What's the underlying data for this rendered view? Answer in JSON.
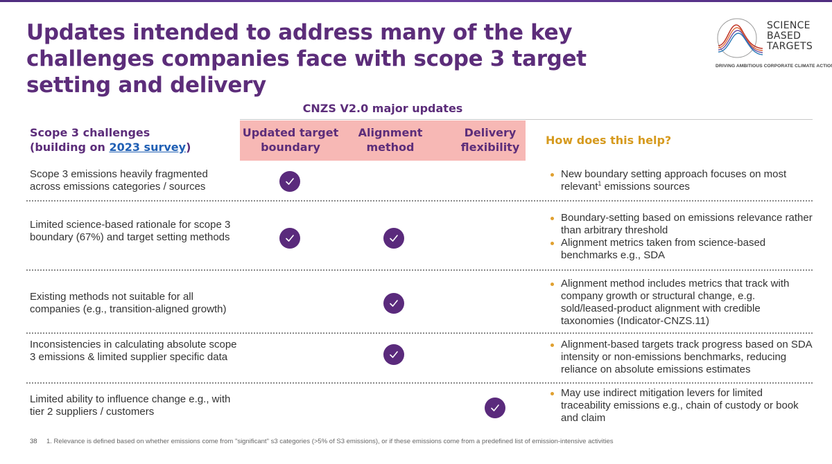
{
  "title": "Updates intended to address many of the key challenges companies face with scope 3 target setting and delivery",
  "logo": {
    "lines": [
      "SCIENCE",
      "BASED",
      "TARGETS"
    ],
    "tagline": "DRIVING AMBITIOUS CORPORATE CLIMATE ACTION"
  },
  "table": {
    "group_title": "CNZS V2.0 major updates",
    "challenges_header": {
      "line1": "Scope 3 challenges",
      "line2_prefix": "(building on ",
      "link": "2023 survey",
      "line2_suffix": ")"
    },
    "update_columns": [
      {
        "line1": "Updated target",
        "line2": "boundary"
      },
      {
        "line1": "Alignment",
        "line2": "method"
      },
      {
        "line1": "Delivery",
        "line2": "flexibility"
      }
    ],
    "help_header": "How does this help?",
    "rows": [
      {
        "challenge": "Scope 3 emissions heavily fragmented across emissions categories / sources",
        "checks": [
          true,
          false,
          false
        ],
        "help": [
          {
            "text": "New boundary setting approach focuses on most relevant",
            "sup": "1",
            "after": " emissions sources"
          }
        ]
      },
      {
        "challenge": "Limited science-based rationale for scope 3 boundary (67%) and target setting methods",
        "checks": [
          true,
          true,
          false
        ],
        "help": [
          {
            "text": "Boundary-setting based on emissions relevance rather than arbitrary threshold"
          },
          {
            "text": "Alignment metrics taken from science-based benchmarks e.g., SDA"
          }
        ]
      },
      {
        "challenge": "Existing methods not suitable for all companies (e.g., transition-aligned growth)",
        "checks": [
          false,
          true,
          false
        ],
        "help": [
          {
            "text": "Alignment method includes metrics that track with company growth or structural change, e.g. sold/leased-product alignment with credible taxonomies (Indicator-CNZS.11)"
          }
        ]
      },
      {
        "challenge": "Inconsistencies in calculating absolute scope 3 emissions & limited supplier specific data",
        "checks": [
          false,
          true,
          false
        ],
        "help": [
          {
            "text": "Alignment-based targets track progress based on SDA intensity or non-emissions benchmarks, reducing reliance on absolute emissions estimates"
          }
        ]
      },
      {
        "challenge": "Limited ability to influence change e.g., with tier 2 suppliers / customers",
        "checks": [
          false,
          false,
          true
        ],
        "help": [
          {
            "text": "May use indirect mitigation levers for limited traceability emissions e.g., chain of custody or book and claim"
          }
        ]
      }
    ]
  },
  "footer": {
    "page_number": "38",
    "footnote": "1. Relevance is defined based on whether emissions come from \"significant\" s3 categories (>5% of S3 emissions), or if these emissions come from a predefined list of emission-intensive activities"
  },
  "colors": {
    "title_purple": "#5c2d7a",
    "band_pink": "#f7b8b5",
    "check_purple": "#5a2a7c",
    "help_gold": "#d69a1e",
    "link_blue": "#1f5fb4"
  }
}
